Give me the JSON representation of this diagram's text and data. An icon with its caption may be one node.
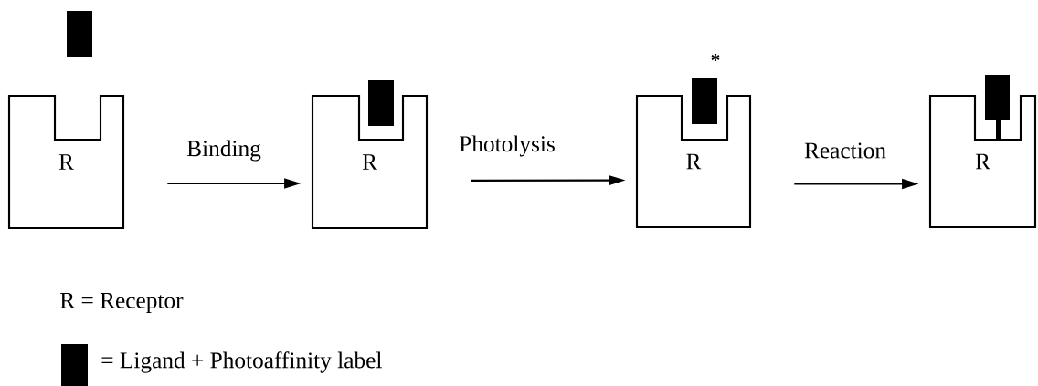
{
  "diagram": {
    "nodes": [
      {
        "text": [
          "R"
        ]
      },
      {
        "text": [
          "R"
        ]
      },
      {
        "text": [
          "R"
        ]
      },
      {
        "text": [
          "R"
        ]
      }
    ],
    "edges": [
      {
        "from": 0,
        "to": 1,
        "arrow": "to",
        "label": "Binding"
      },
      {
        "from": 1,
        "to": 2,
        "arrow": "to",
        "label": "Photolysis"
      },
      {
        "from": 2,
        "to": 3,
        "arrow": "to",
        "label": "Reaction"
      }
    ],
    "labels": [
      "*",
      "R = Receptor"
    ],
    "legend": [
      {
        "text": "= Ligand + Photoaffinity label",
        "color": "#000000"
      }
    ]
  }
}
